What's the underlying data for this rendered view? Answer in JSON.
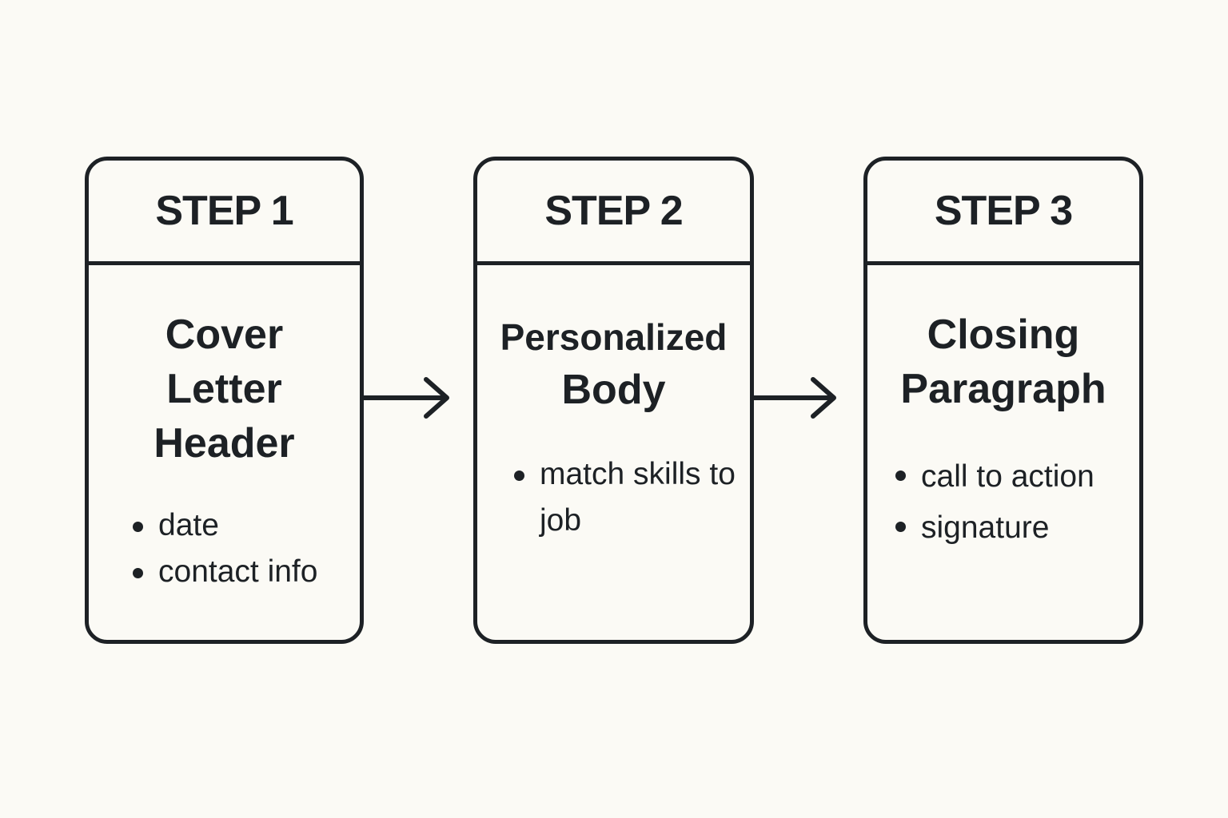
{
  "steps": [
    {
      "label": "STEP 1",
      "title_lines": [
        "Cover",
        "Letter",
        "Header"
      ],
      "bullets": [
        "date",
        "contact info"
      ]
    },
    {
      "label": "STEP 2",
      "title_lines": [
        "Personalized",
        "Body"
      ],
      "bullets": [
        "match skills to job"
      ]
    },
    {
      "label": "STEP 3",
      "title_lines": [
        "Closing",
        "Paragraph"
      ],
      "bullets": [
        "call to action",
        "signature"
      ]
    }
  ],
  "colors": {
    "stroke": "#1d2125",
    "background": "#fbfaf5"
  }
}
